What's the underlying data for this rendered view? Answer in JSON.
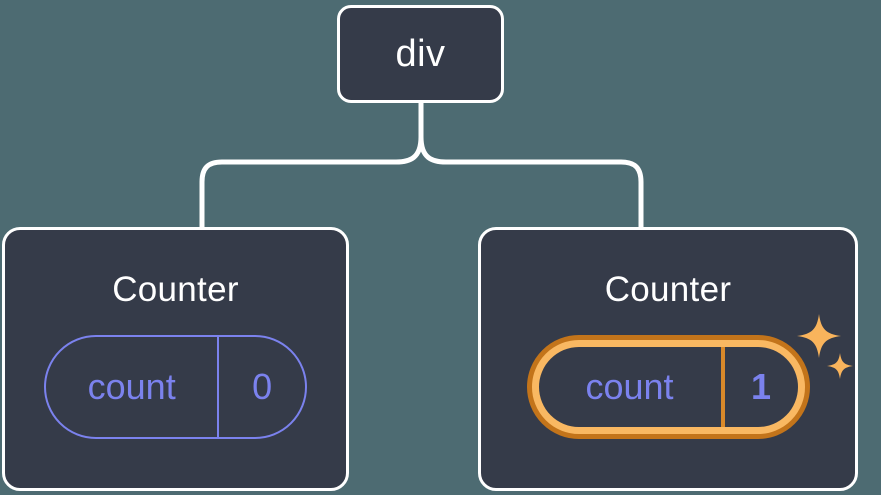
{
  "diagram": {
    "type": "component-tree",
    "background_color": "#4d6b72",
    "node_fill_color": "#353b49",
    "node_border_color": "#ffffff",
    "connector_color": "#ffffff",
    "accent_color": "#7b82ee",
    "highlight_outer_color": "#c3741a",
    "highlight_inner_color": "#f9b862",
    "sparkle_color": "#f9b45c"
  },
  "root": {
    "label": "div"
  },
  "children": [
    {
      "label": "Counter",
      "state": {
        "key": "count",
        "value": "0"
      },
      "highlighted": false
    },
    {
      "label": "Counter",
      "state": {
        "key": "count",
        "value": "1"
      },
      "highlighted": true
    }
  ],
  "icons": {
    "sparkle_large": "sparkle-icon",
    "sparkle_small": "sparkle-icon"
  }
}
